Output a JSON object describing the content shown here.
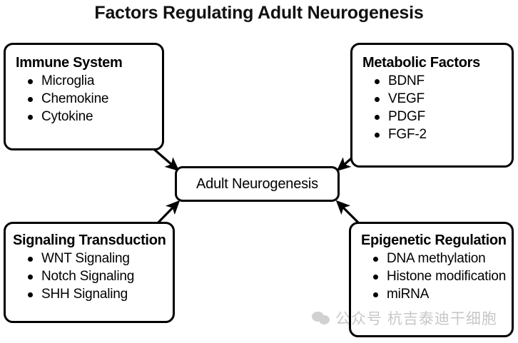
{
  "title": "Factors Regulating Adult Neurogenesis",
  "center": {
    "label": "Adult Neurogenesis"
  },
  "nodes": {
    "immune_system": {
      "heading": "Immune System",
      "items": [
        "Microglia",
        "Chemokine",
        "Cytokine"
      ]
    },
    "metabolic_factors": {
      "heading": "Metabolic Factors",
      "items": [
        "BDNF",
        "VEGF",
        "PDGF",
        "FGF-2"
      ]
    },
    "signaling_transduction": {
      "heading": "Signaling Transduction",
      "items": [
        "WNT Signaling",
        "Notch Signaling",
        "SHH Signaling"
      ]
    },
    "epigenetic_regulation": {
      "heading": "Epigenetic Regulation",
      "items": [
        "DNA methylation",
        "Histone modification",
        "miRNA"
      ]
    }
  },
  "arrows": {
    "from_immune_system": "arrow-down-right",
    "from_metabolic_factors": "arrow-down-left",
    "from_signaling_transduction": "arrow-up-right",
    "from_epigenetic_regulation": "arrow-up-left"
  },
  "watermark": {
    "icon": "wechat-icon",
    "text": "公众号 杭吉泰迪干细胞"
  },
  "colors": {
    "background": "#ffffff",
    "stroke": "#000000",
    "text": "#000000",
    "watermark": "#6b6b6b"
  }
}
